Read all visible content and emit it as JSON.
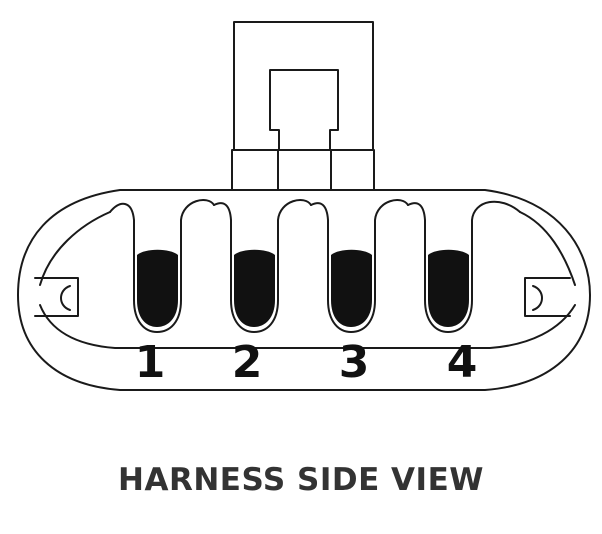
{
  "connector": {
    "caption": "HARNESS SIDE VIEW",
    "terminals": [
      {
        "number": "1"
      },
      {
        "number": "2"
      },
      {
        "number": "3"
      },
      {
        "number": "4"
      }
    ]
  }
}
